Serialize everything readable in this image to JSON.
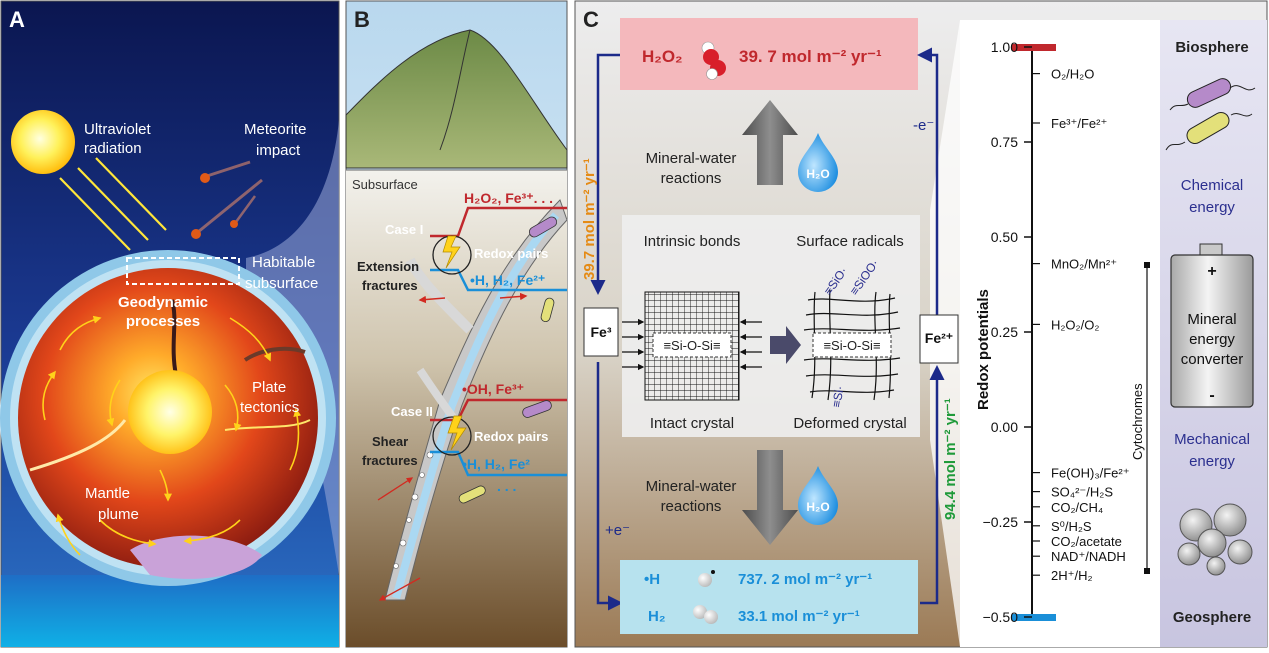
{
  "panel_a": {
    "label": "A",
    "uv_line1": "Ultraviolet",
    "uv_line2": "radiation",
    "meteor_line1": "Meteorite",
    "meteor_line2": "impact",
    "habitable_line1": "Habitable",
    "habitable_line2": "subsurface",
    "geodynamic_line1": "Geodynamic",
    "geodynamic_line2": "processes",
    "plate_line1": "Plate",
    "plate_line2": "tectonics",
    "mantle_line1": "Mantle",
    "mantle_line2": "plume"
  },
  "panel_b": {
    "label": "B",
    "subsurface": "Subsurface",
    "top_oxidants": "H₂O₂, Fe³⁺. . .",
    "case1": "Case I",
    "redox_pairs_1": "Redox pairs",
    "ext_line1": "Extension",
    "ext_line2": "fractures",
    "top_reductants": "•H, H₂, Fe²⁺",
    "bottom_oxidants": "•OH, Fe³⁺",
    "case2": "Case II",
    "redox_pairs_2": "Redox pairs",
    "shear_line1": "Shear",
    "shear_line2": "fractures",
    "bottom_reductants": "•H, H₂, Fe²",
    "dots": ". . ."
  },
  "panel_c": {
    "label": "C",
    "h2o2_formula": "H₂O₂",
    "h2o2_rate": "39. 7 mol m⁻² yr⁻¹",
    "left_rate": "39.7 mol m⁻² yr⁻¹",
    "right_rate": "94.4 mol m⁻² yr⁻¹",
    "minus_e": "-e⁻",
    "plus_e": "+e⁻",
    "mwr_line1": "Mineral-water",
    "mwr_line2": "reactions",
    "h2o": "H₂O",
    "fe3": "Fe³",
    "fe2": "Fe²⁺",
    "intrinsic_bonds": "Intrinsic bonds",
    "surface_radicals": "Surface radicals",
    "intact_crystal": "Intact crystal",
    "deformed_crystal": "Deformed crystal",
    "siosi": "≡Si-O-Si≡",
    "sio": "≡SiO·",
    "sioo": "≡SiOO·",
    "si": "≡Si·",
    "h_label": "•H",
    "h_rate": "737. 2 mol m⁻² yr⁻¹",
    "h2_label": "H₂",
    "h2_rate": "33.1 mol m⁻² yr⁻¹"
  },
  "redox_scale": {
    "axis_label": "Redox potentials",
    "ticks": [
      "1.00",
      "0.75",
      "0.50",
      "0.25",
      "0.00",
      "−0.25",
      "−0.50"
    ],
    "couples": [
      {
        "label": "O₂/H₂O",
        "value": 0.93
      },
      {
        "label": "Fe³⁺/Fe²⁺",
        "value": 0.8
      },
      {
        "label": "MnO₂/Mn²⁺",
        "value": 0.43
      },
      {
        "label": "H₂O₂/O₂",
        "value": 0.27
      },
      {
        "label": "Fe(OH)₃/Fe²⁺",
        "value": -0.12
      },
      {
        "label": "SO₄²⁻/H₂S",
        "value": -0.17
      },
      {
        "label": "CO₂/CH₄",
        "value": -0.21
      },
      {
        "label": "S⁰/H₂S",
        "value": -0.26
      },
      {
        "label": "CO₂/acetate",
        "value": -0.3
      },
      {
        "label": "NAD⁺/NADH",
        "value": -0.34
      },
      {
        "label": "2H⁺/H₂",
        "value": -0.39
      }
    ],
    "cytochromes": "Cytochromes",
    "bar_colors": {
      "top": "#c0282d",
      "bottom": "#1a8fd8"
    }
  },
  "right_column": {
    "biosphere": "Biosphere",
    "chem_line1": "Chemical",
    "chem_line2": "energy",
    "plus": "+",
    "conv_line1": "Mineral",
    "conv_line2": "energy",
    "conv_line3": "converter",
    "minus": "-",
    "mech_line1": "Mechanical",
    "mech_line2": "energy",
    "geosphere": "Geosphere"
  },
  "colors": {
    "oxidant_red": "#c0282d",
    "reductant_blue": "#1a8fd8",
    "rate_orange": "#e58a14",
    "rate_green": "#1f9a3a",
    "arrow_navy": "#1c2a8a",
    "energy_navy": "#2b2f8f"
  }
}
